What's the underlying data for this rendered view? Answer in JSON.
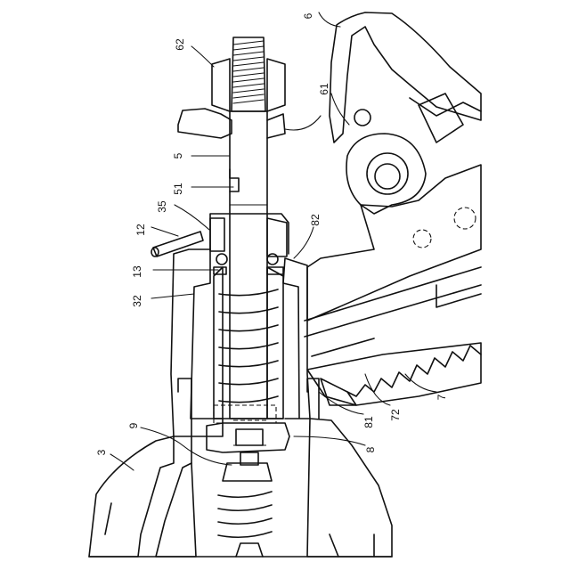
{
  "labels": {
    "l62": "62",
    "l6": "6",
    "l61": "61",
    "l5": "5",
    "l51": "51",
    "l35": "35",
    "l12": "12",
    "l82": "82",
    "l13": "13",
    "l32": "32",
    "l7": "7",
    "l72": "72",
    "l81": "81",
    "l9": "9",
    "l8": "8",
    "l3": "3"
  }
}
